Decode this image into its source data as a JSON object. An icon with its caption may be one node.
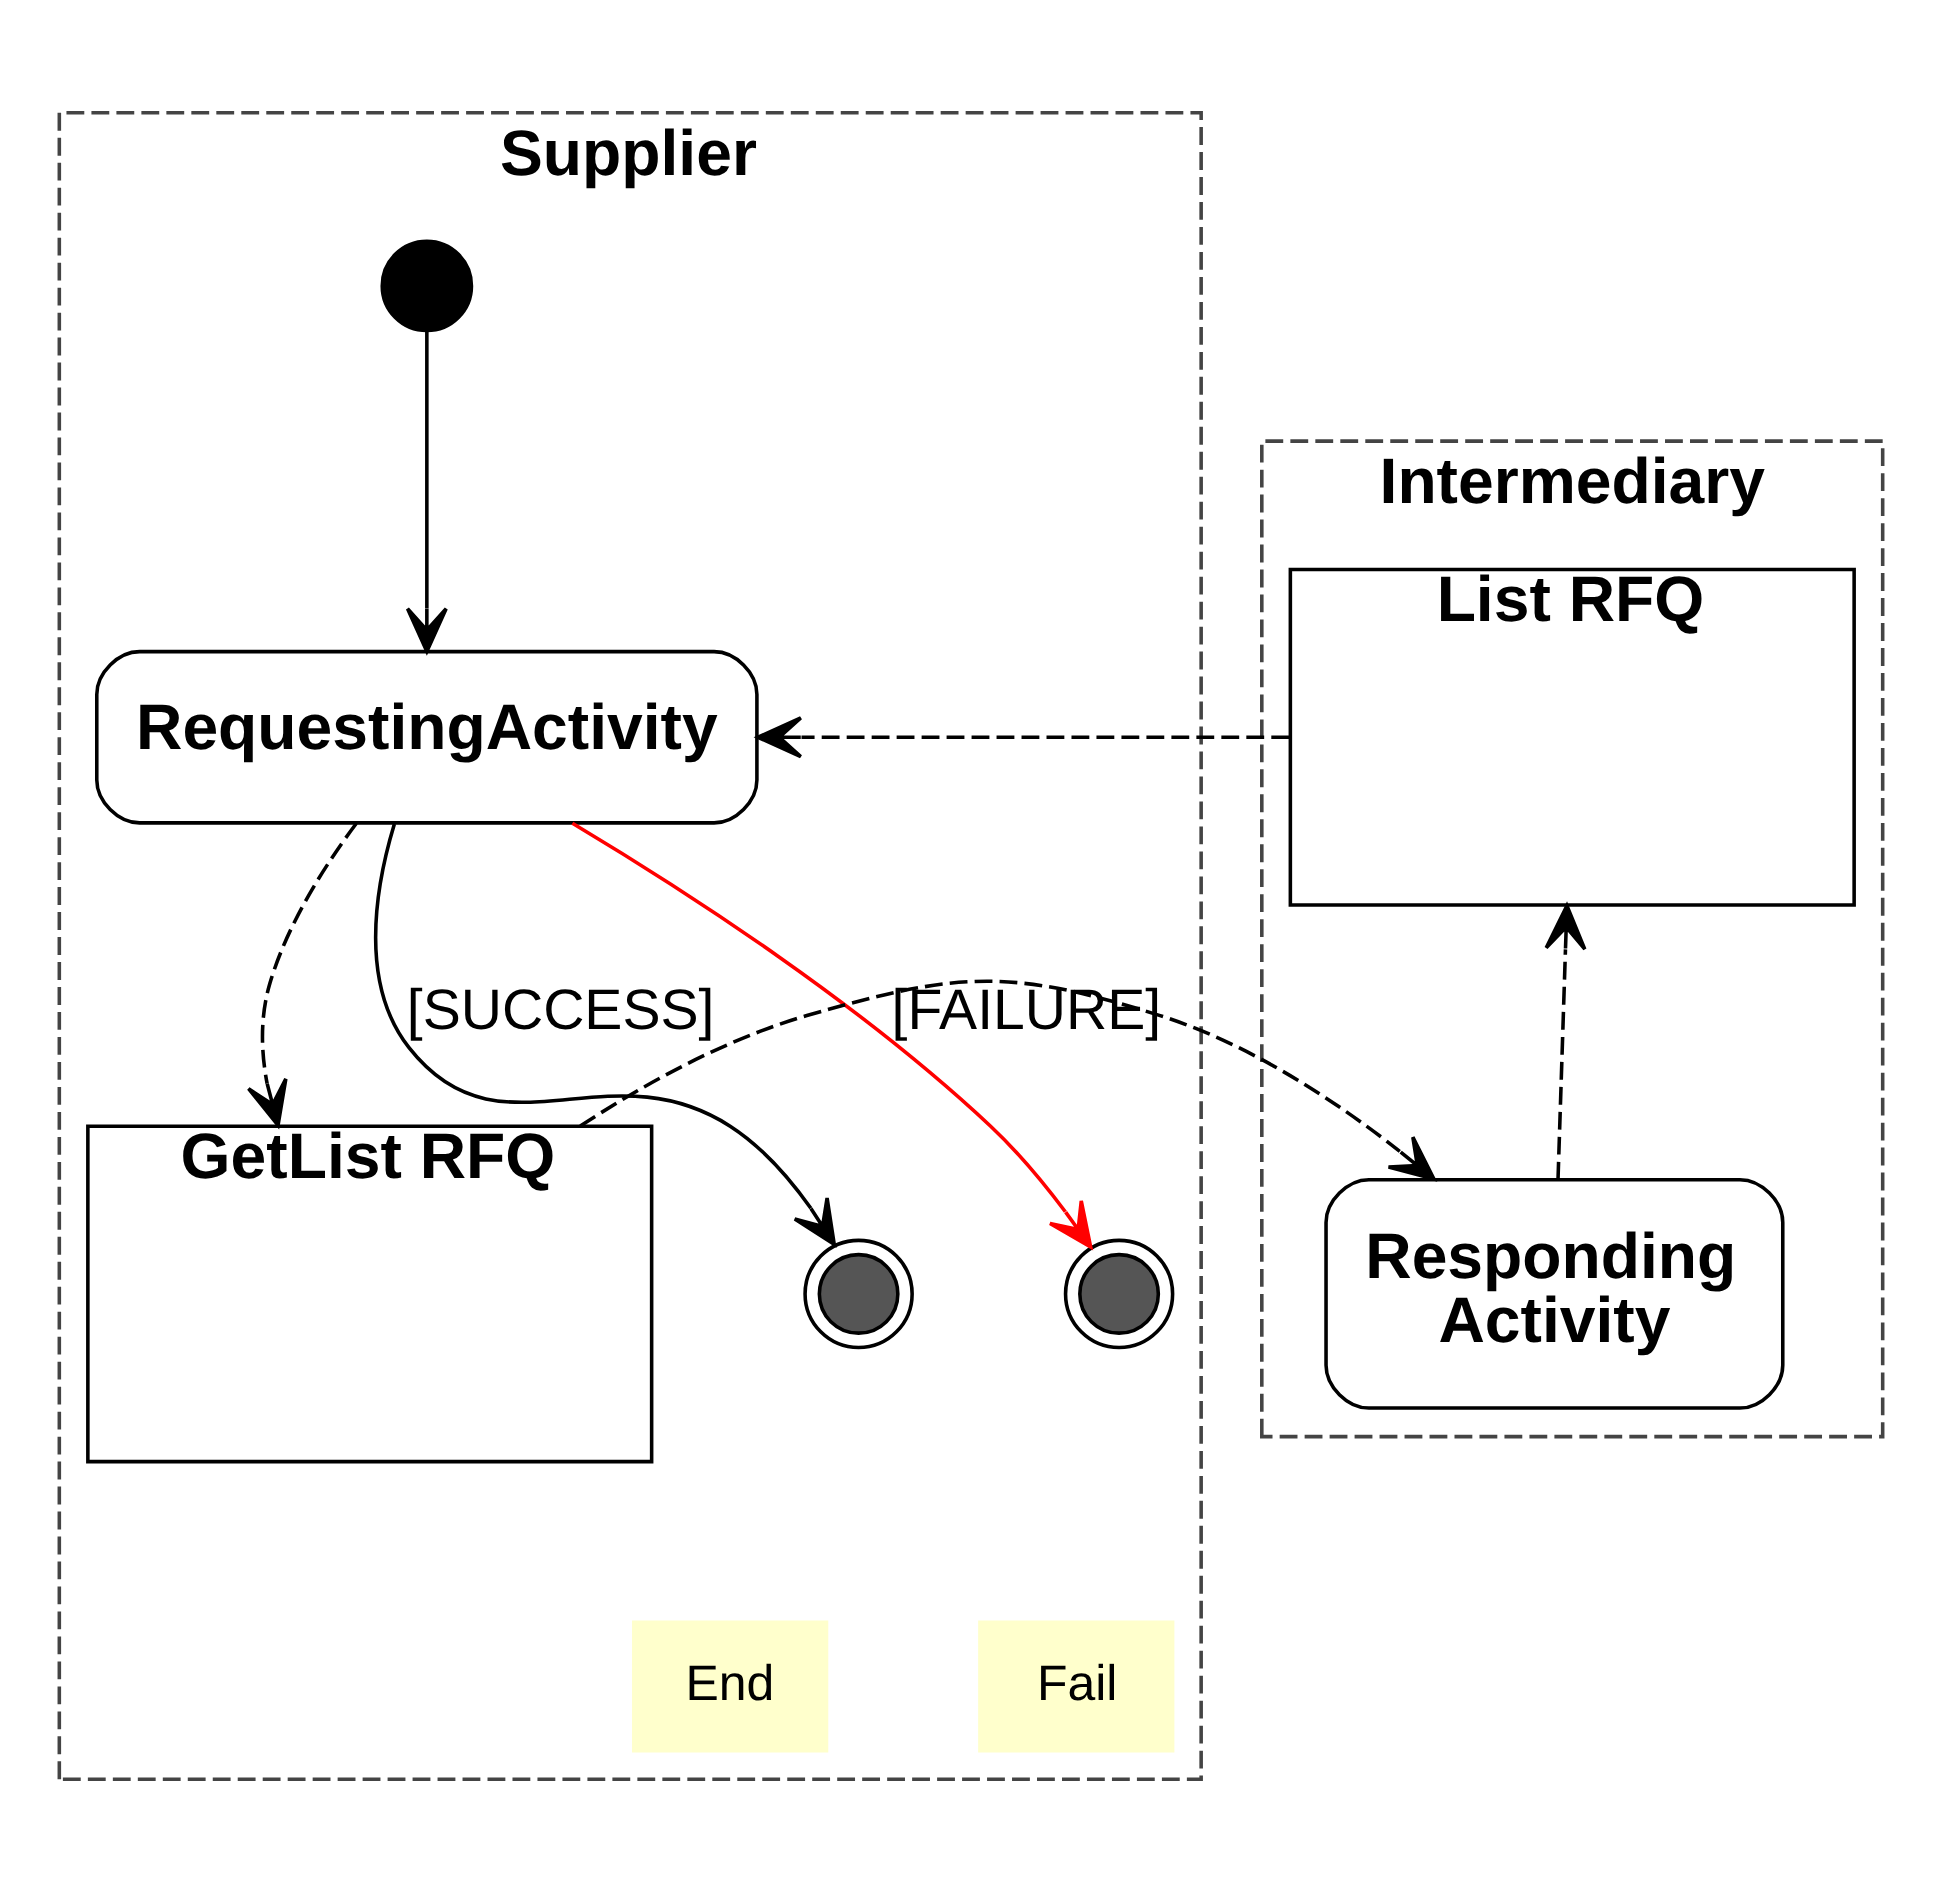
{
  "diagram": {
    "nodes": [
      {
        "text": [
          "Supplier"
        ]
      },
      {
        "text": [
          "Intermediary"
        ]
      },
      {
        "text": [],
        "shape": "circle",
        "in": 0
      },
      {
        "text": [
          "RequestingActivity"
        ],
        "in": 0
      },
      {
        "text": [
          "List RFQ"
        ],
        "in": 1
      },
      {
        "text": [
          "GetList RFQ"
        ],
        "in": 0
      },
      {
        "text": [
          "Responding Activity"
        ],
        "in": 1
      },
      {
        "text": [],
        "shape": "circle",
        "in": 0
      },
      {
        "text": [],
        "shape": "circle",
        "in": 0
      },
      {
        "text": [
          "End"
        ],
        "in": 0
      },
      {
        "text": [
          "Fail"
        ],
        "in": 0
      }
    ],
    "edges": [
      {
        "from": 2,
        "to": 3,
        "arrow": "to"
      },
      {
        "from": 4,
        "to": 3,
        "arrow": "to",
        "style": "dashed"
      },
      {
        "from": 3,
        "to": 5,
        "arrow": "to",
        "style": "dashed"
      },
      {
        "from": 5,
        "to": 6,
        "arrow": "to",
        "style": "dashed"
      },
      {
        "from": 6,
        "to": 4,
        "arrow": "to",
        "style": "dashed"
      },
      {
        "from": 3,
        "to": 7,
        "arrow": "to",
        "label": "[SUCCESS]"
      },
      {
        "from": 3,
        "to": 8,
        "arrow": "to",
        "label": "[FAILURE]",
        "color": "#ff0000"
      }
    ]
  }
}
